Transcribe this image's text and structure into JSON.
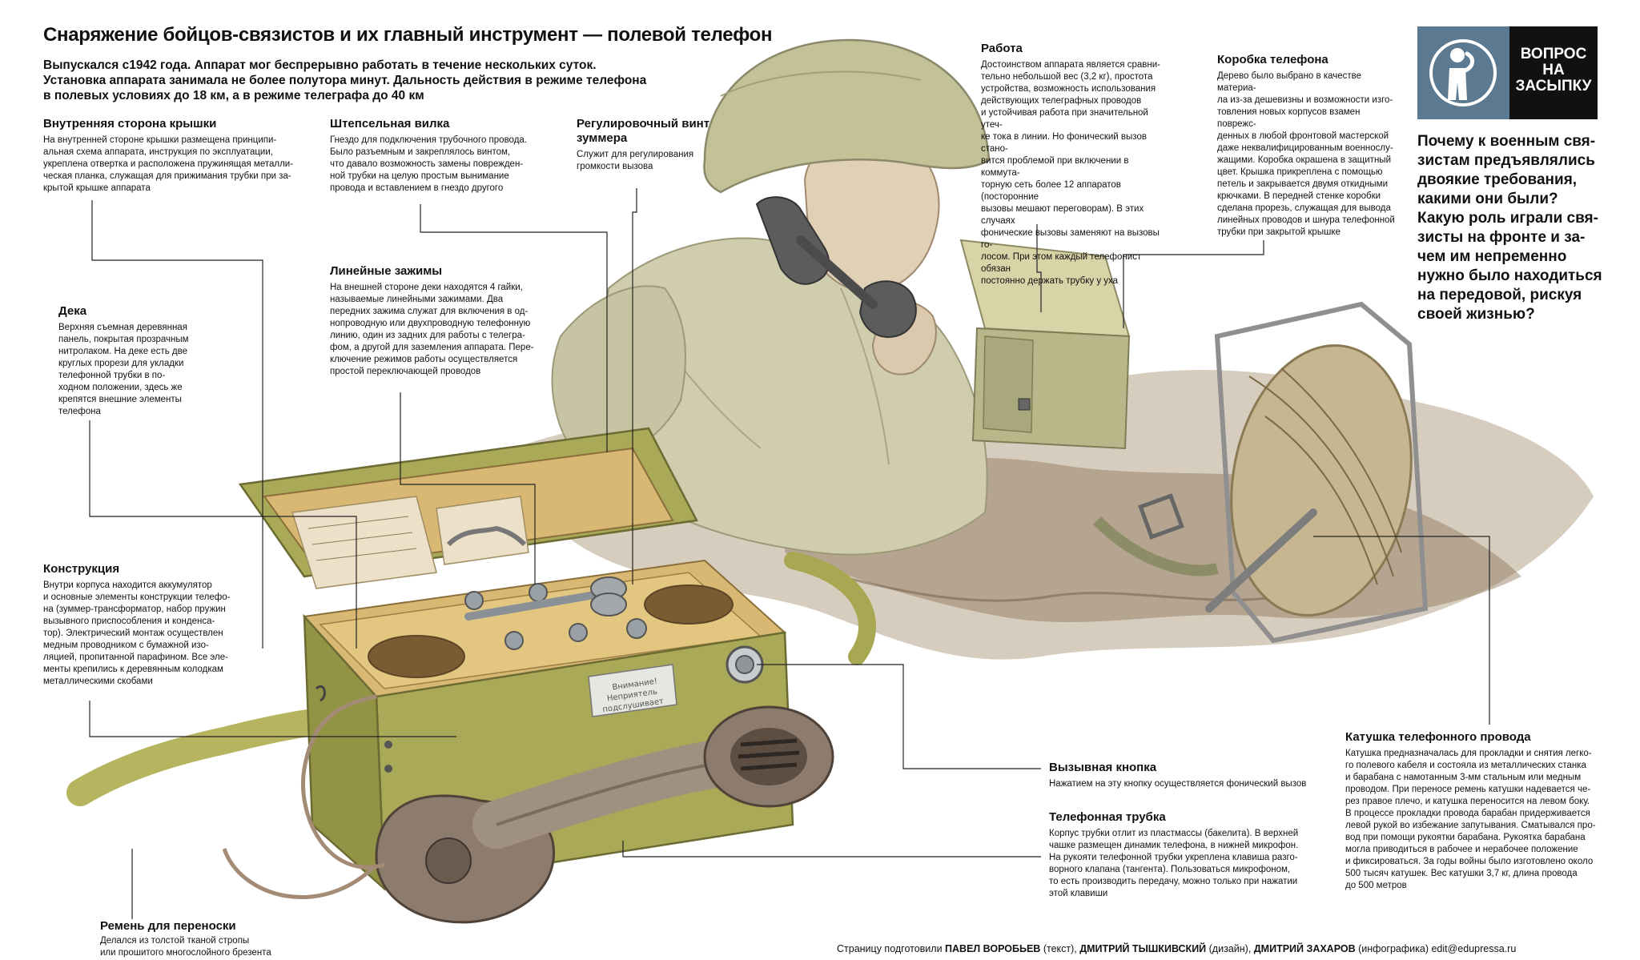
{
  "title": "Снаряжение бойцов-связистов и их главный инструмент — полевой телефон",
  "intro": [
    "Выпускался с1942 года. Аппарат мог беспрерывно работать в течение нескольких суток.",
    "Установка аппарата занимала не более полутора минут. Дальность действия в режиме телефона",
    "в полевых условиях до 18 км, а в режиме телеграфа до 40 км"
  ],
  "badge": {
    "lines": [
      "ВОПРОС",
      "НА",
      "ЗАСЫПКУ"
    ],
    "icon": "thinking-person-icon",
    "icon_bg": "#5b7a91"
  },
  "question": [
    "Почему к военным свя-",
    "зистам предъявлялись",
    "двоякие требования,",
    "какими они были?",
    "Какую роль играли свя-",
    "зисты на фронте и за-",
    "чем им непременно",
    "нужно было находиться",
    "на передовой, рискуя",
    "своей жизнью?"
  ],
  "callouts": {
    "lid": {
      "heading": "Внутренняя сторона крышки",
      "lines": [
        "На внутренней стороне крышки размещена принципи-",
        "альная схема аппарата, инструкция по эксплуатации,",
        "укреплена отвертка и расположена пружинящая металли-",
        "ческая планка, служащая для прижимания трубки при за-",
        "крытой крышке аппарата"
      ]
    },
    "plug": {
      "heading": "Штепсельная вилка",
      "lines": [
        "Гнездо для подключения трубочного провода.",
        "Было разъемным и закреплялось винтом,",
        "что давало возможность замены поврежден-",
        "ной трубки на целую простым вынимание",
        "провода и вставлением в гнездо другого"
      ]
    },
    "buzzer": {
      "heading": [
        "Регулировочный винт",
        "зуммера"
      ],
      "lines": [
        "Служит для регулирования",
        "громкости вызова"
      ]
    },
    "work": {
      "heading": "Работа",
      "lines": [
        "Достоинством аппарата является сравни-",
        "тельно небольшой вес (3,2 кг), простота",
        "устройства, возможность использования",
        "действующих телеграфных проводов",
        "и устойчивая работа при значительной утеч-",
        "ке тока в линии. Но фонический вызов стано-",
        "вится проблемой при включении в коммута-",
        "торную сеть более 12 аппаратов (посторонние",
        "вызовы мешают переговорам). В этих случаях",
        "фонические вызовы заменяют на вызовы го-",
        "лосом. При этом каждый телефонист обязан",
        "постоянно держать трубку у уха"
      ]
    },
    "box": {
      "heading": "Коробка телефона",
      "lines": [
        "Дерево было выбрано в качестве материа-",
        "ла из-за дешевизны и возможности изго-",
        "товления новых корпусов взамен поврежс-",
        "денных в любой фронтовой мастерской",
        "даже неквалифицированным военнослу-",
        "жащими. Коробка окрашена в защитный",
        "цвет. Крышка прикреплена с помощью",
        "петель и закрывается двумя откидными",
        "крючками. В передней стенке коробки",
        "сделана прорезь, служащая для вывода",
        "линейных проводов и шнура телефонной",
        "трубки при закрытой крышке"
      ]
    },
    "terminals": {
      "heading": "Линейные зажимы",
      "lines": [
        "На внешней стороне деки находятся 4 гайки,",
        "называемые линейными зажимами. Два",
        "передних зажима служат для включения в од-",
        "нопроводную или двухпроводную телефонную",
        "линию, один из задних для работы с телегра-",
        "фом, а другой для заземления аппарата. Пере-",
        "ключение режимов работы осуществляется",
        "простой переключающей проводов"
      ]
    },
    "deck": {
      "heading": "Дека",
      "lines": [
        "Верхняя съемная деревянная",
        "панель, покрытая прозрачным",
        "нитролаком. На деке есть две",
        "круглых прорези для укладки",
        "телефонной трубки в по-",
        "ходном положении, здесь же",
        "крепятся внешние элементы",
        "телефона"
      ]
    },
    "construction": {
      "heading": "Конструкция",
      "lines": [
        "Внутри корпуса находится аккумулятор",
        "и основные элементы конструкции телефо-",
        "на (зуммер-трансформатор, набор пружин",
        "вызывного приспособления и конденса-",
        "тор). Электрический монтаж осуществлен",
        "медным проводником с бумажной изо-",
        "ляцией, пропитанной парафином. Все эле-",
        "менты крепились к деревянным колодкам",
        "металлическими скобами"
      ]
    },
    "call_button": {
      "heading": "Вызывная кнопка",
      "lines": [
        "Нажатием на эту кнопку осуществляется фонический вызов"
      ]
    },
    "handset": {
      "heading": "Телефонная трубка",
      "lines": [
        "Корпус трубки отлит из пластмассы (бакелита). В верхней",
        "чашке размещен динамик телефона, в нижней микрофон.",
        "На рукояти телефонной трубки укреплена клавиша разго-",
        "ворного клапана (тангента). Пользоваться микрофоном,",
        "то есть производить передачу, можно только при нажатии",
        "этой клавиши"
      ]
    },
    "reel": {
      "heading": "Катушка телефонного провода",
      "lines": [
        "Катушка предназначалась для прокладки и снятия легко-",
        "го полевого кабеля и состояла из металлических станка",
        "и барабана с намотанным 3-мм стальным или медным",
        "проводом. При переносе ремень катушки надевается че-",
        "рез правое плечо, и катушка переносится на левом боку.",
        "В процессе прокладки провода барабан придерживается",
        "левой рукой во избежание запутывания. Сматывался про-",
        "вод при помощи рукоятки барабана. Рукоятка барабана",
        "могла приводиться в рабочее и нерабочее положение",
        "и фиксироваться. За годы войны было изготовлено около",
        "500 тысяч катушек. Вес катушки 3,7 кг, длина провода",
        "до 500 метров"
      ]
    },
    "strap": {
      "heading": "Ремень для переноски",
      "lines": [
        "Делался из толстой тканой стропы",
        "или прошитого многослойного брезента"
      ]
    }
  },
  "plate": {
    "lines": [
      "Внимание!",
      "Неприятель",
      "подслушивает"
    ]
  },
  "credits": {
    "prefix": "Страницу подготовили ",
    "author1": "ПАВЕЛ ВОРОБЬЕВ",
    "role1": " (текст), ",
    "author2": "ДМИТРИЙ ТЫШКИВСКИЙ",
    "role2": " (дизайн), ",
    "author3": "ДМИТРИЙ ЗАХАРОВ",
    "role3": " (инфографика) ",
    "email": "edit@edupressa.ru"
  },
  "colors": {
    "olive": "#a9a957",
    "olive_dark": "#7f7f3a",
    "wood": "#d8b873",
    "soldier": "#c9c7a3",
    "ground": "#8c7355",
    "leader": "#222222"
  }
}
